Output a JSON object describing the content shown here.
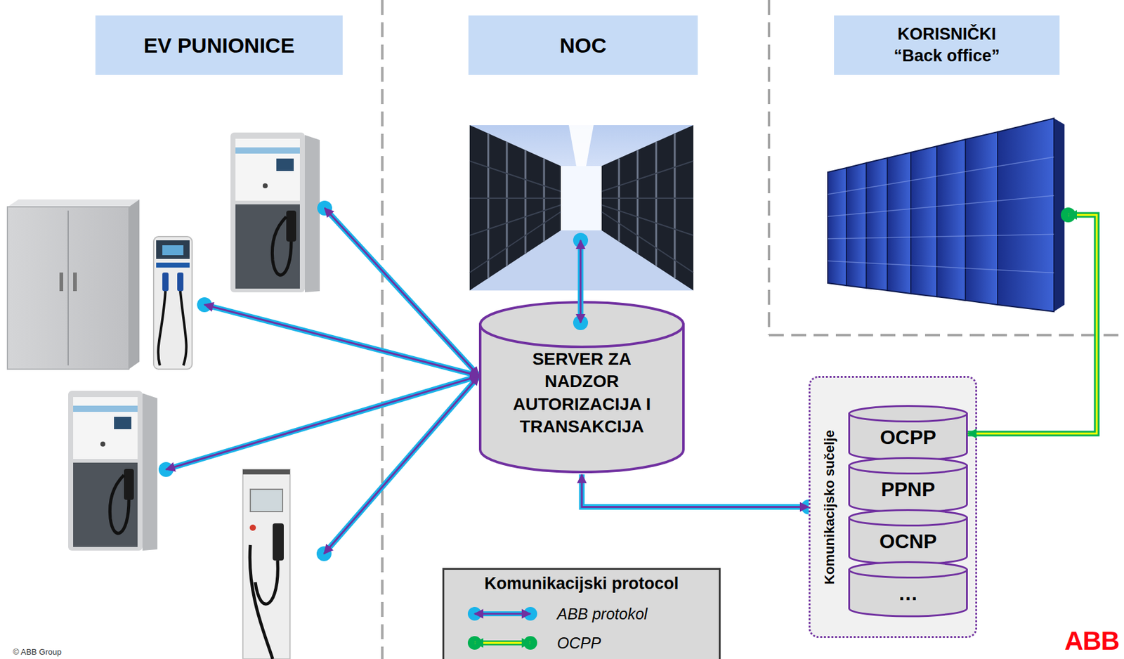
{
  "diagram": {
    "nodes": [
      {
        "text": [
          "EV PUNIONICE"
        ]
      },
      {
        "text": [
          "NOC"
        ]
      },
      {
        "text": [
          "KORISNIČKI “Back office”"
        ]
      },
      {
        "text": [
          "SERVER ZA NADZOR AUTORIZACIJA I TRANSAKCIJA"
        ]
      },
      {
        "text": [
          "Komunikacijsko sučelje"
        ]
      },
      {
        "text": [
          "OCPP"
        ],
        "in": 4
      },
      {
        "text": [
          "PPNP"
        ],
        "in": 4
      },
      {
        "text": [
          "OCNP"
        ],
        "in": 4
      },
      {
        "text": [
          "…"
        ],
        "in": 4
      }
    ],
    "edges": [
      {
        "from": 3,
        "to": 4,
        "arrow": "both"
      }
    ],
    "labels": [
      "Komunikacijski protocol",
      "© ABB Group",
      "ABB"
    ],
    "legend": [
      {
        "text": "ABB protokol"
      },
      {
        "text": "OCPP"
      }
    ]
  }
}
